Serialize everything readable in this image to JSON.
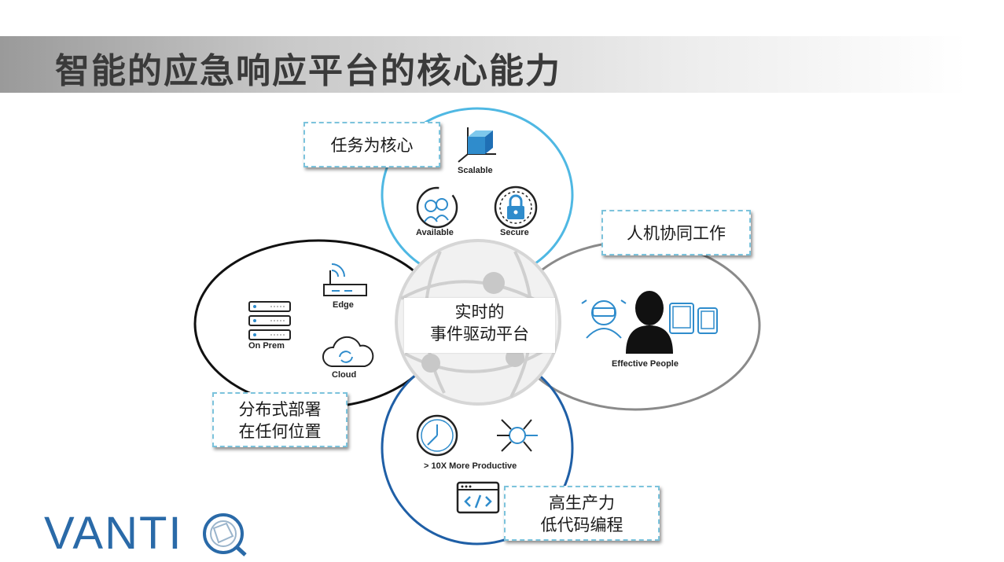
{
  "title": "智能的应急响应平台的核心能力",
  "callouts": {
    "top": "任务为核心",
    "right": "人机协同工作",
    "left_line1": "分布式部署",
    "left_line2": "在任何位置",
    "bottom_line1": "高生产力",
    "bottom_line2": "低代码编程"
  },
  "center": {
    "line1": "实时的",
    "line2": "事件驱动平台"
  },
  "icon_labels": {
    "scalable": "Scalable",
    "available": "Available",
    "secure": "Secure",
    "edge": "Edge",
    "on_prem": "On Prem",
    "cloud": "Cloud",
    "effective_people": "Effective People",
    "productive": "> 10X More Productive"
  },
  "logo": {
    "text": "VANTI",
    "brand_color": "#2a6aa8"
  },
  "colors": {
    "top_ellipse": "#4fb8e3",
    "left_ellipse": "#111111",
    "right_ellipse": "#8a8a8a",
    "bottom_ellipse": "#1f5fa6",
    "icon_blue": "#2f8ccc"
  }
}
